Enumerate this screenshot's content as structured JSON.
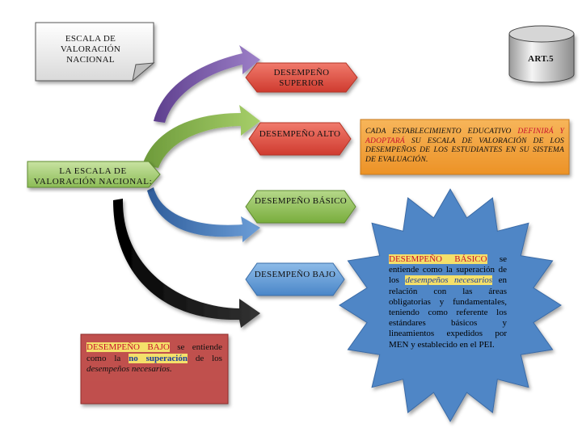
{
  "note": {
    "title": "ESCALA DE VALORACIÓN NACIONAL"
  },
  "cylinder": {
    "label": "ART.5"
  },
  "left_arrow": {
    "label": "LA ESCALA DE VALORACIÓN NACIONAL:"
  },
  "levels": [
    {
      "label": "DESEMPEÑO SUPERIOR",
      "color": "#e4574a"
    },
    {
      "label": "DESEMPEÑO ALTO",
      "color": "#e4574a"
    },
    {
      "label": "DESEMPEÑO BÁSICO",
      "color": "#8fc04f"
    },
    {
      "label": "DESEMPEÑO BAJO",
      "color": "#5b9bd5"
    }
  ],
  "orange_box": {
    "part1": "CADA ESTABLECIMIENTO EDUCATIVO",
    "part2_red": "DEFINIRÁ Y ADOPTARÁ",
    "part3": "SU ESCALA DE VALORACIÓN DE LOS DESEMPEÑOS DE LOS ESTUDIANTES EN SU SISTEMA DE EVALUACIÓN.",
    "color": "#f2a03a"
  },
  "star": {
    "term": "DESEMPEÑO BÁSICO",
    "part1": " se entiende como la superación de los ",
    "term2": "desempeños necesarios",
    "part2": " en relación con las áreas obligatorias y fundamentales, teniendo como referente los estándares básicos y lineamientos expedidos por MEN y establecido en el PEI.",
    "color": "#4f86c6"
  },
  "red_box": {
    "term": "DESEMPEÑO BAJO",
    "part1": " se entiende como la ",
    "term2": "no superación",
    "part2": " de los ",
    "part3": "desempeños necesarios.",
    "color": "#c0504d"
  }
}
